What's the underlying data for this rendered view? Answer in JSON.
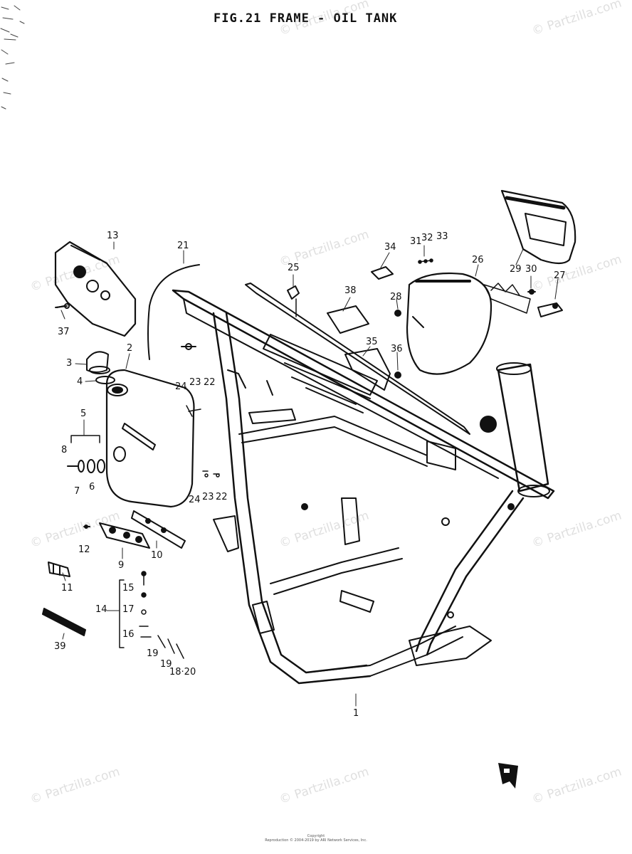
{
  "figure_title": "FIG.21  FRAME - OIL TANK",
  "watermark": "© Partzilla.com",
  "footer": {
    "line1": "Copyright",
    "line2": "Reproduction © 2004-2019 by ARI Network Services, Inc."
  },
  "callouts": {
    "c1": "1",
    "c2": "2",
    "c3": "3",
    "c4": "4",
    "c5": "5",
    "c6": "6",
    "c7": "7",
    "c8": "8",
    "c9": "9",
    "c10": "10",
    "c11": "11",
    "c12": "12",
    "c13": "13",
    "c14": "14",
    "c15": "15",
    "c16": "16",
    "c17": "17",
    "c18_20": "18·20",
    "c19a": "19",
    "c19b": "19",
    "c21": "21",
    "c22a": "22",
    "c22b": "22",
    "c23a": "23",
    "c23b": "23",
    "c24a": "24",
    "c24b": "24",
    "c25": "25",
    "c26": "26",
    "c27": "27",
    "c28": "28",
    "c29": "29",
    "c30": "30",
    "c31": "31",
    "c32": "32",
    "c33": "33",
    "c34": "34",
    "c35": "35",
    "c36": "36",
    "c37": "37",
    "c38": "38",
    "c39": "39"
  }
}
